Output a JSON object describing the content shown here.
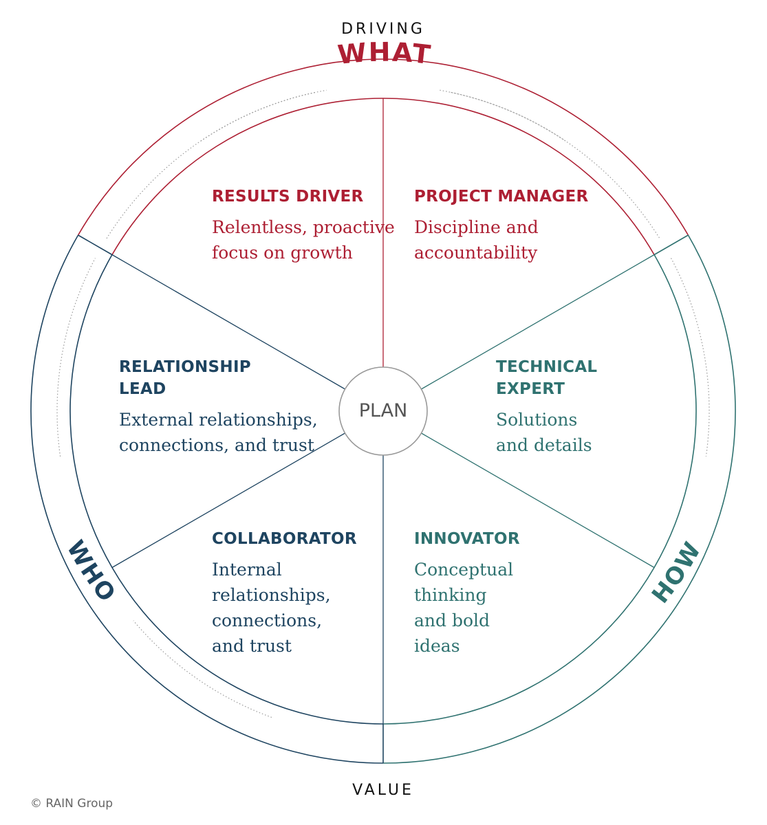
{
  "top_label": "DRIVING",
  "bottom_label": "VALUE",
  "center_label": "PLAN",
  "arcs": {
    "what": "WHAT",
    "who": "WHO",
    "how": "HOW"
  },
  "colors": {
    "what": "#ad1f33",
    "who": "#1e4460",
    "how": "#2f7270",
    "center_stroke": "#999999",
    "center_text": "#555555"
  },
  "segments": {
    "results_driver": {
      "title": [
        "RESULTS DRIVER"
      ],
      "desc": [
        "Relentless, proactive",
        "focus on growth"
      ]
    },
    "project_manager": {
      "title": [
        "PROJECT MANAGER"
      ],
      "desc": [
        "Discipline and",
        "accountability"
      ]
    },
    "relationship_lead": {
      "title": [
        "RELATIONSHIP",
        "LEAD"
      ],
      "desc": [
        "External relationships,",
        "connections, and trust"
      ]
    },
    "technical_expert": {
      "title": [
        "TECHNICAL",
        "EXPERT"
      ],
      "desc": [
        "Solutions",
        "and details"
      ]
    },
    "collaborator": {
      "title": [
        "COLLABORATOR"
      ],
      "desc": [
        "Internal",
        "relationships,",
        "connections,",
        "and trust"
      ]
    },
    "innovator": {
      "title": [
        "INNOVATOR"
      ],
      "desc": [
        "Conceptual",
        "thinking",
        "and bold",
        "ideas"
      ]
    }
  },
  "copyright": "© RAIN Group"
}
